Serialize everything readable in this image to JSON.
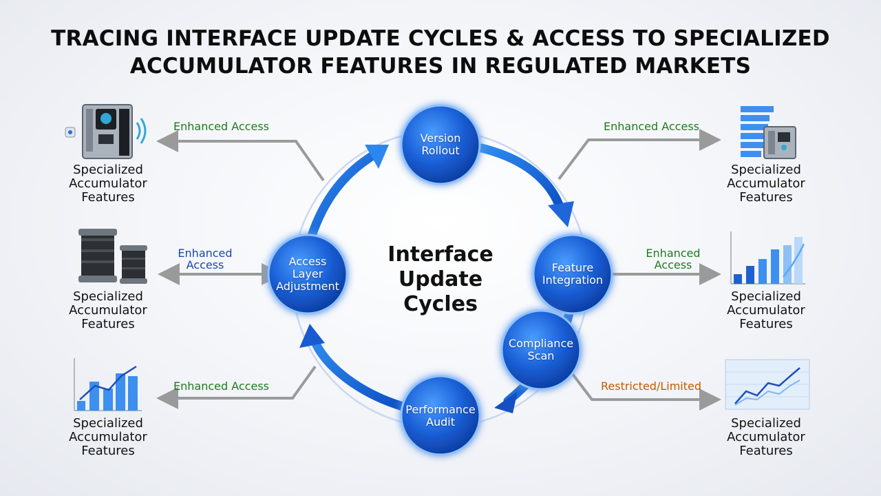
{
  "title": {
    "line1": "TRACING INTERFACE UPDATE CYCLES & ACCESS TO SPECIALIZED",
    "line2": "ACCUMULATOR FEATURES IN REGULATED MARKETS"
  },
  "center": {
    "line1": "Interface",
    "line2": "Update",
    "line3": "Cycles"
  },
  "nodes": {
    "version_rollout": {
      "line1": "Version",
      "line2": "Rollout"
    },
    "feature_integration": {
      "line1": "Feature",
      "line2": "Integration"
    },
    "compliance_scan": {
      "line1": "Compliance",
      "line2": "Scan"
    },
    "performance_audit": {
      "line1": "Performance",
      "line2": "Audit"
    },
    "access_layer_adjustment": {
      "line1": "Access",
      "line2": "Layer",
      "line3": "Adjustment"
    }
  },
  "access_labels": {
    "top_left": "Enhanced Access",
    "mid_left": {
      "line1": "Enhanced",
      "line2": "Access"
    },
    "bottom_left": "Enhanced Access",
    "top_right": "Enhanced Access",
    "mid_right": {
      "line1": "Enhanced",
      "line2": "Access"
    },
    "bottom_right": "Restricted/Limited"
  },
  "feature_label": {
    "line1": "Specialized",
    "line2": "Accumulator",
    "line3": "Features"
  },
  "colors": {
    "enhanced": "#1f7a1f",
    "restricted": "#c25a00",
    "node_blue": "#1e63d6",
    "arrow_gray": "#9a9a9a"
  },
  "icons": {
    "top_left": "device-icon",
    "mid_left": "cylinder-icon",
    "bottom_left": "bar-chart-icon",
    "top_right": "bar-device-icon",
    "mid_right": "bar-chart-icon",
    "bottom_right": "line-chart-icon"
  }
}
